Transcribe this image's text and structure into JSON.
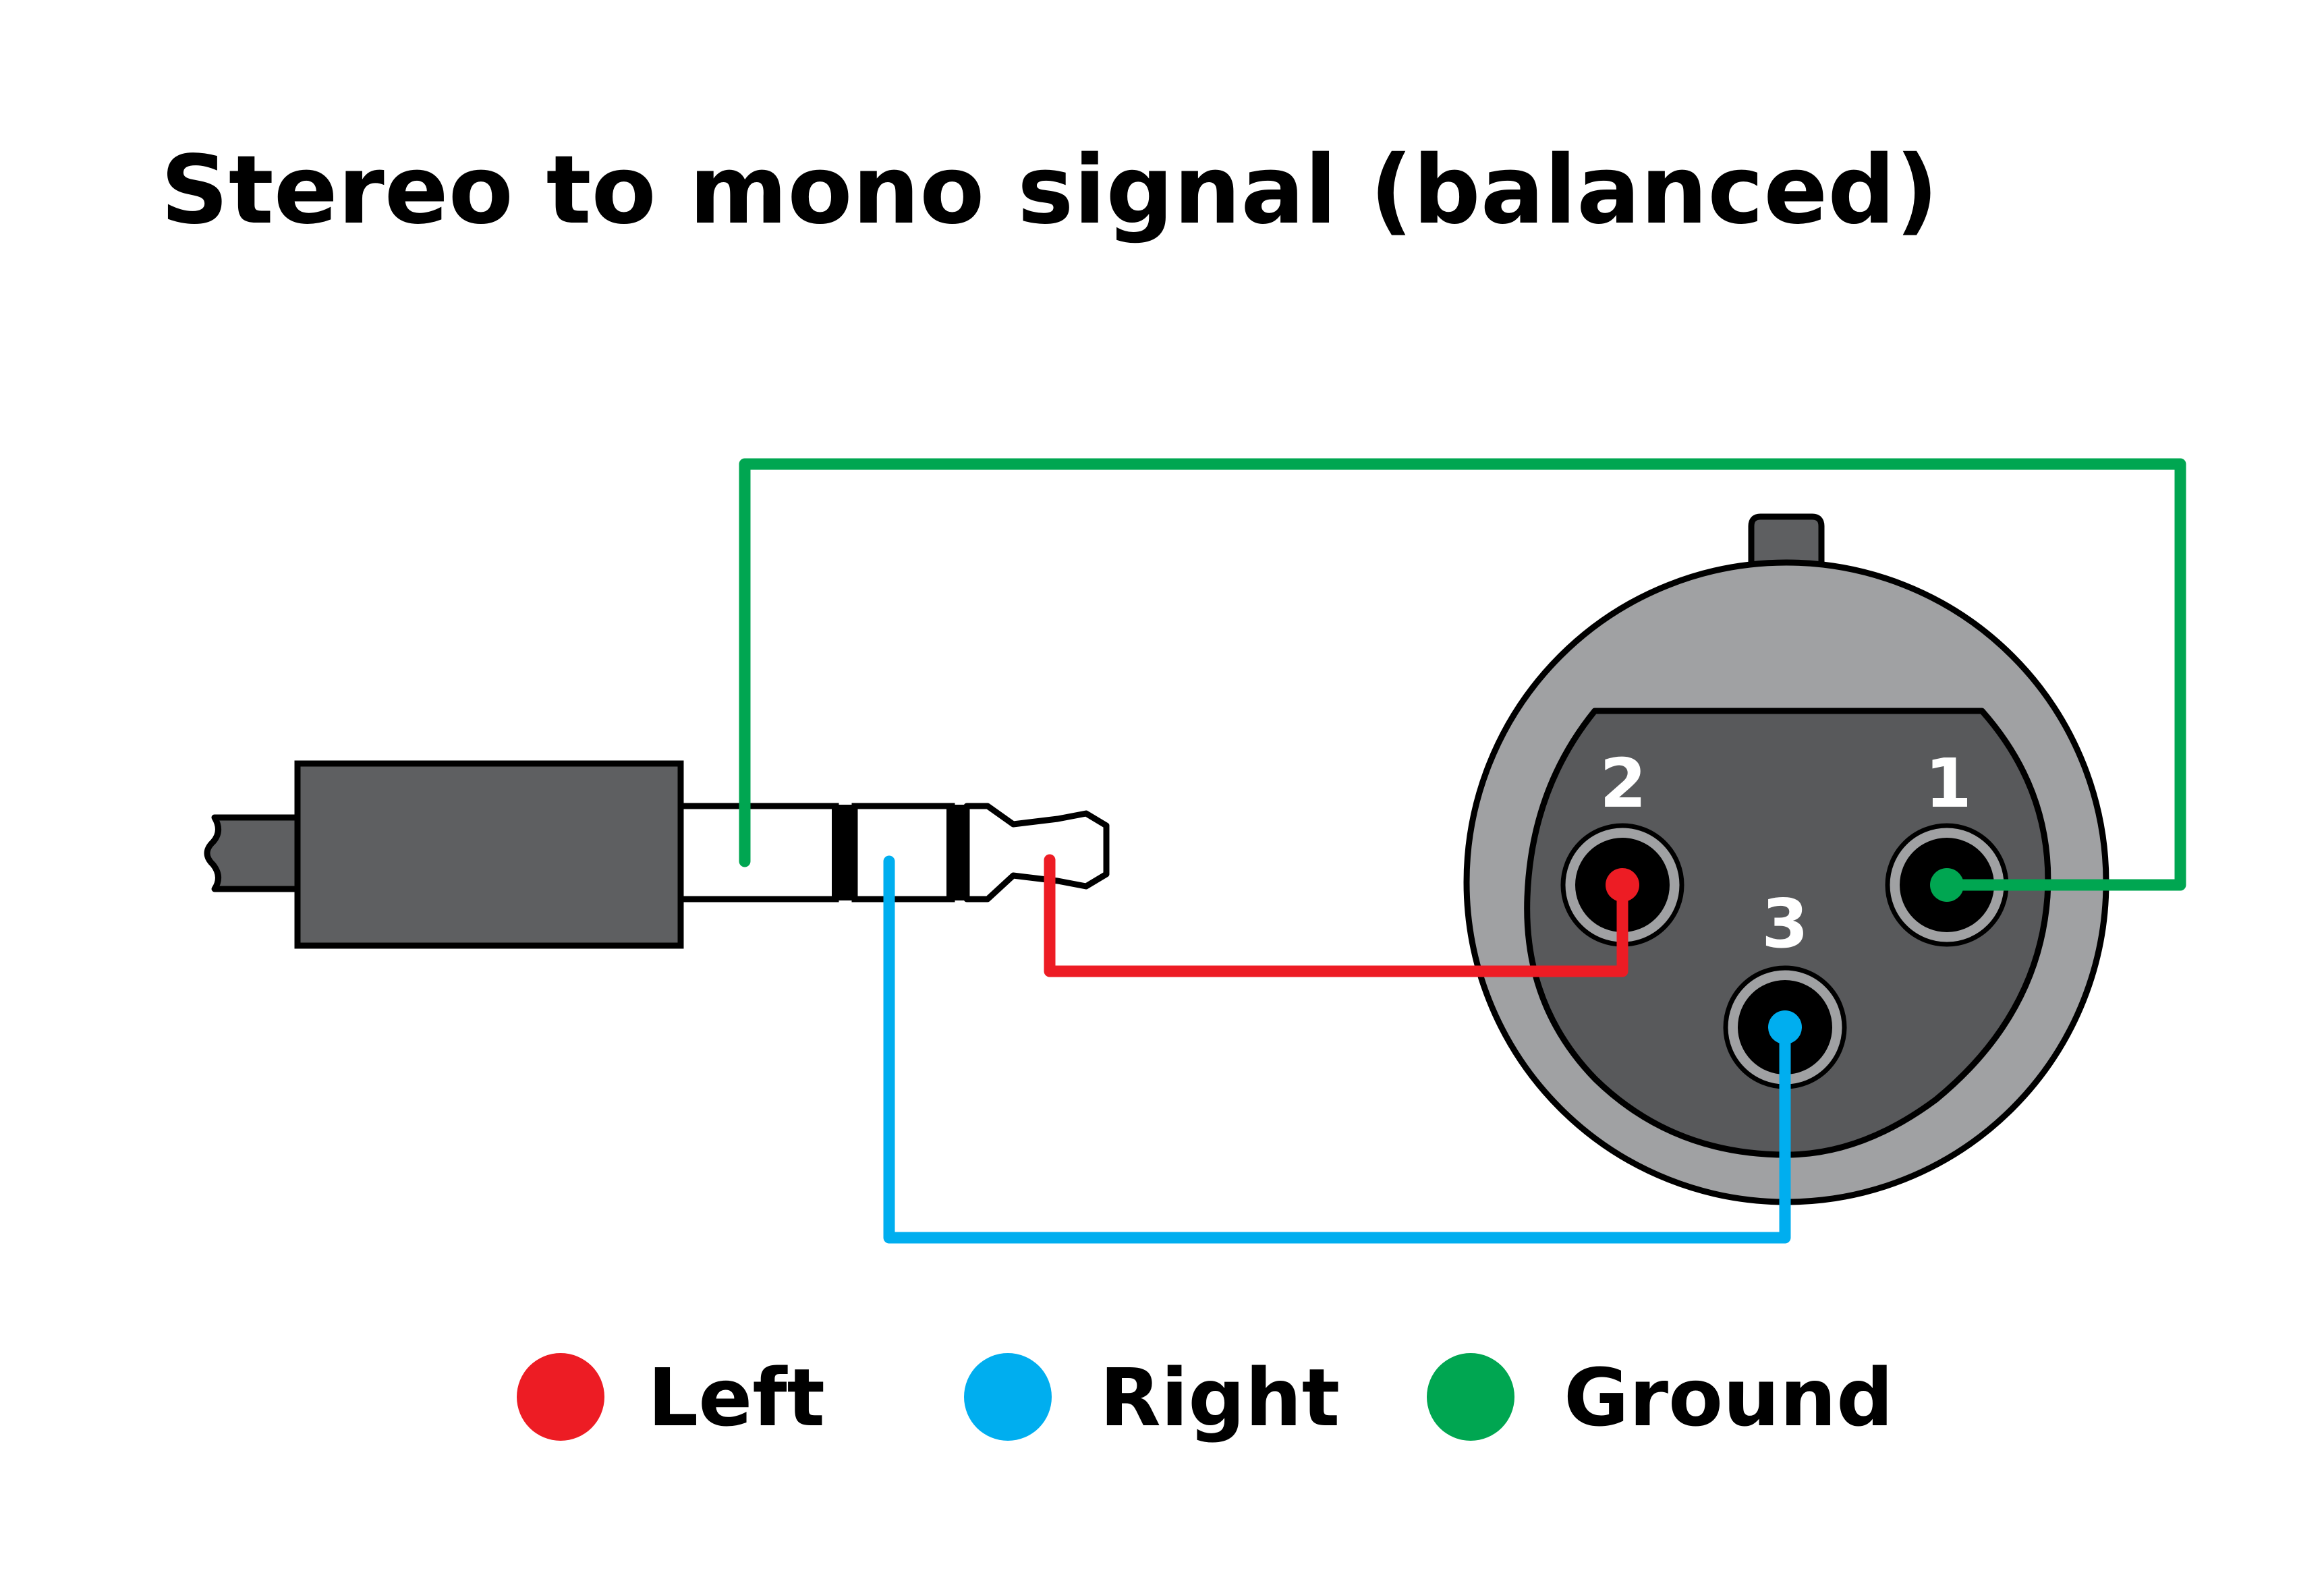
{
  "title": "Stereo to mono signal (balanced)",
  "colors": {
    "left": "#ED1C24",
    "right": "#00AEEF",
    "ground": "#00A651",
    "jack_body": "#5E5F61",
    "xlr_outer": "#A0A1A3",
    "xlr_insert": "#58595B",
    "outline": "#000000"
  },
  "jack": {
    "type": "3.5mm TRS stereo plug",
    "contacts": [
      "sleeve",
      "ring",
      "tip"
    ]
  },
  "xlr": {
    "type": "XLR female connector",
    "pins": [
      {
        "number": "1",
        "signal": "ground"
      },
      {
        "number": "2",
        "signal": "left"
      },
      {
        "number": "3",
        "signal": "right"
      }
    ]
  },
  "connections": [
    {
      "from": "sleeve",
      "to": "pin-1",
      "signal": "ground"
    },
    {
      "from": "tip",
      "to": "pin-2",
      "signal": "left"
    },
    {
      "from": "ring",
      "to": "pin-3",
      "signal": "right"
    }
  ],
  "legend": [
    {
      "label": "Left",
      "color": "#ED1C24"
    },
    {
      "label": "Right",
      "color": "#00AEEF"
    },
    {
      "label": "Ground",
      "color": "#00A651"
    }
  ]
}
